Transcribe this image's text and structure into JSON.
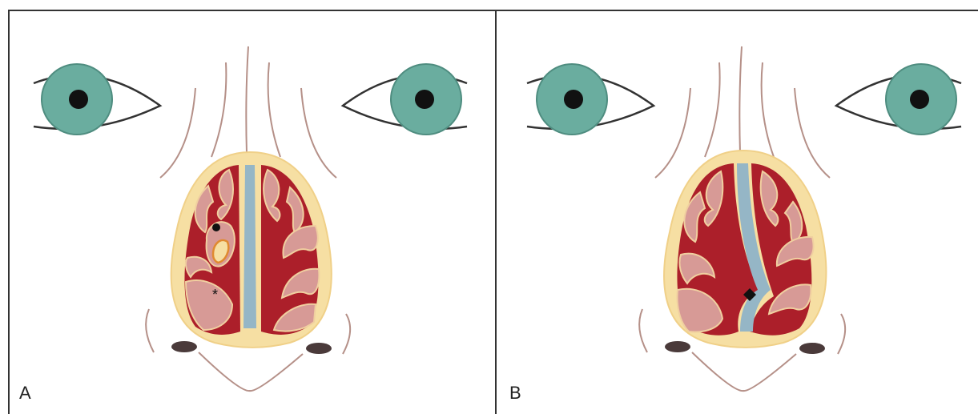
{
  "panels": [
    {
      "label": "A"
    },
    {
      "label": "B"
    }
  ],
  "colors": {
    "iris": "#6aad9f",
    "pupil": "#111111",
    "outline": "#333333",
    "skin_line": "#b59088",
    "nasal_frame": "#f6dfa3",
    "frame_border": "#f0d088",
    "mucosa_dark": "#ac1f2a",
    "mucosa_light": "#d79a96",
    "septum": "#95b6c6",
    "nostril": "#4a3a3a",
    "border": "#333333"
  },
  "markers": {
    "panel_a": [
      "dot",
      "asterisk",
      "concha-bullosa"
    ],
    "panel_b": [
      "diamond",
      "septal-deviation"
    ]
  }
}
